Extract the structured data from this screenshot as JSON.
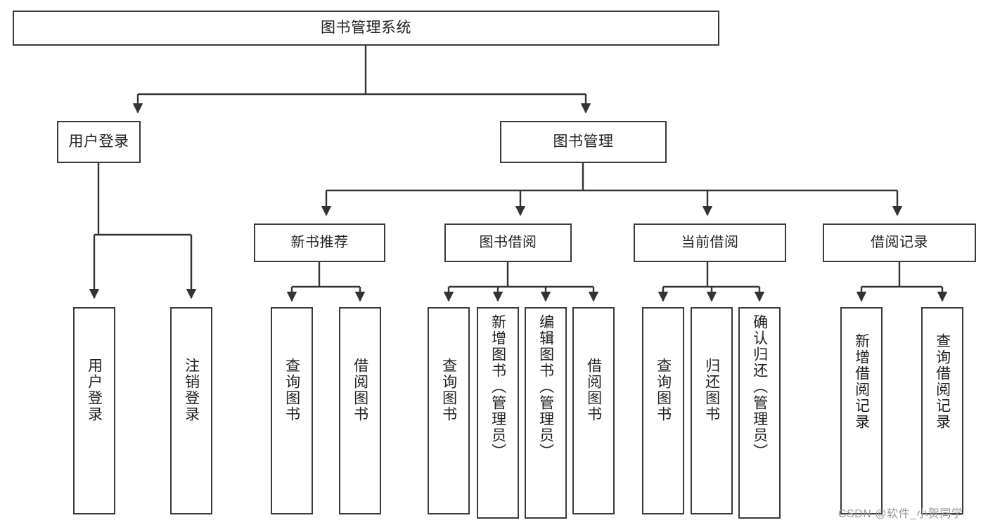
{
  "diagram": {
    "title": "图书管理系统",
    "type": "功能结构图",
    "colors": {
      "box_border": "#3a3a3a",
      "box_fill": "#ffffff",
      "connector": "#333333",
      "text": "#1f1f1f",
      "watermark": "#9a9a9a",
      "background": "#ffffff"
    },
    "root": {
      "label": "图书管理系统"
    },
    "level1": [
      {
        "label": "用户登录"
      },
      {
        "label": "图书管理"
      }
    ],
    "level2": [
      {
        "label": "新书推荐"
      },
      {
        "label": "图书借阅"
      },
      {
        "label": "当前借阅"
      },
      {
        "label": "借阅记录"
      }
    ],
    "leaves": {
      "user_login": [
        {
          "label": "用户登录"
        },
        {
          "label": "注销登录"
        }
      ],
      "new_book": [
        {
          "label": "查询图书"
        },
        {
          "label": "借阅图书"
        }
      ],
      "book_borrow": [
        {
          "label": "查询图书"
        },
        {
          "label": "新增图书（管理员）"
        },
        {
          "label": "编辑图书（管理员）"
        },
        {
          "label": "借阅图书"
        }
      ],
      "current_borrow": [
        {
          "label": "查询图书"
        },
        {
          "label": "归还图书"
        },
        {
          "label": "确认归还（管理员）"
        }
      ],
      "borrow_record": [
        {
          "label": "新增借阅记录"
        },
        {
          "label": "查询借阅记录"
        }
      ]
    },
    "watermark": "CSDN @软件_小贺同学"
  }
}
